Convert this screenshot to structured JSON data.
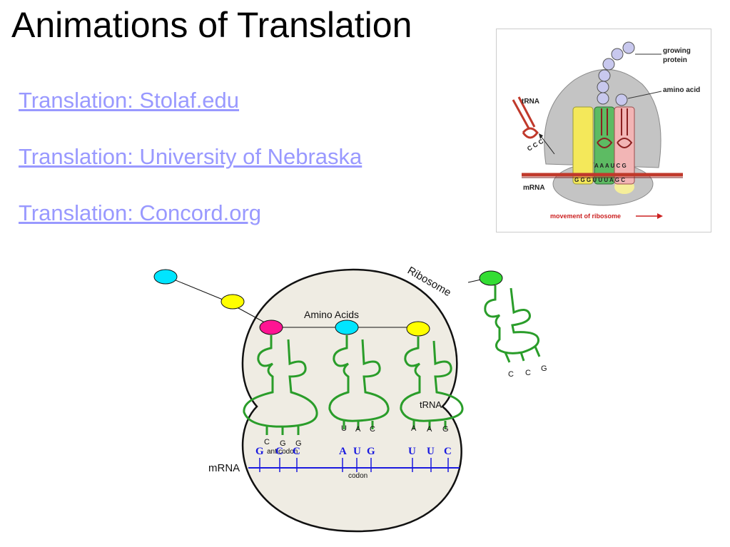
{
  "slide": {
    "title": "Animations of Translation",
    "links": [
      "Translation: Stolaf.edu",
      "Translation: University of Nebraska",
      "Translation: Concord.org"
    ]
  },
  "inset_figure": {
    "labels": {
      "growing_protein_1": "growing",
      "growing_protein_2": "protein",
      "amino_acid": "amino acid",
      "trna": "tRNA",
      "mrna": "mRNA",
      "movement": "movement of ribosome",
      "free_trna_bases": "C C C",
      "anticodon_bases": "A A A U C G",
      "mrna_bases": "G G G U U U A G C"
    }
  },
  "main_diagram": {
    "labels": {
      "ribosome": "Ribosome",
      "amino_acids": "Amino Acids",
      "trna": "tRNA",
      "anticodon": "anticodon",
      "mrna": "mRNA",
      "codon": "codon"
    },
    "trna_anticodons": [
      [
        "C",
        "G",
        "G"
      ],
      [
        "U",
        "A",
        "C"
      ],
      [
        "A",
        "A",
        "G"
      ]
    ],
    "free_trna_bases": [
      "C",
      "C",
      "G"
    ],
    "mrna_codons": [
      [
        "G",
        "C",
        "C"
      ],
      [
        "A",
        "U",
        "G"
      ],
      [
        "U",
        "U",
        "C"
      ]
    ],
    "colors": {
      "magenta": "#ff1493",
      "cyan": "#00e5ff",
      "yellow": "#ffff00",
      "green": "#33dd33",
      "trna_green": "#2a9d2a",
      "mrna_blue": "#1a1adf",
      "ribosome_fill": "#efece3"
    }
  }
}
